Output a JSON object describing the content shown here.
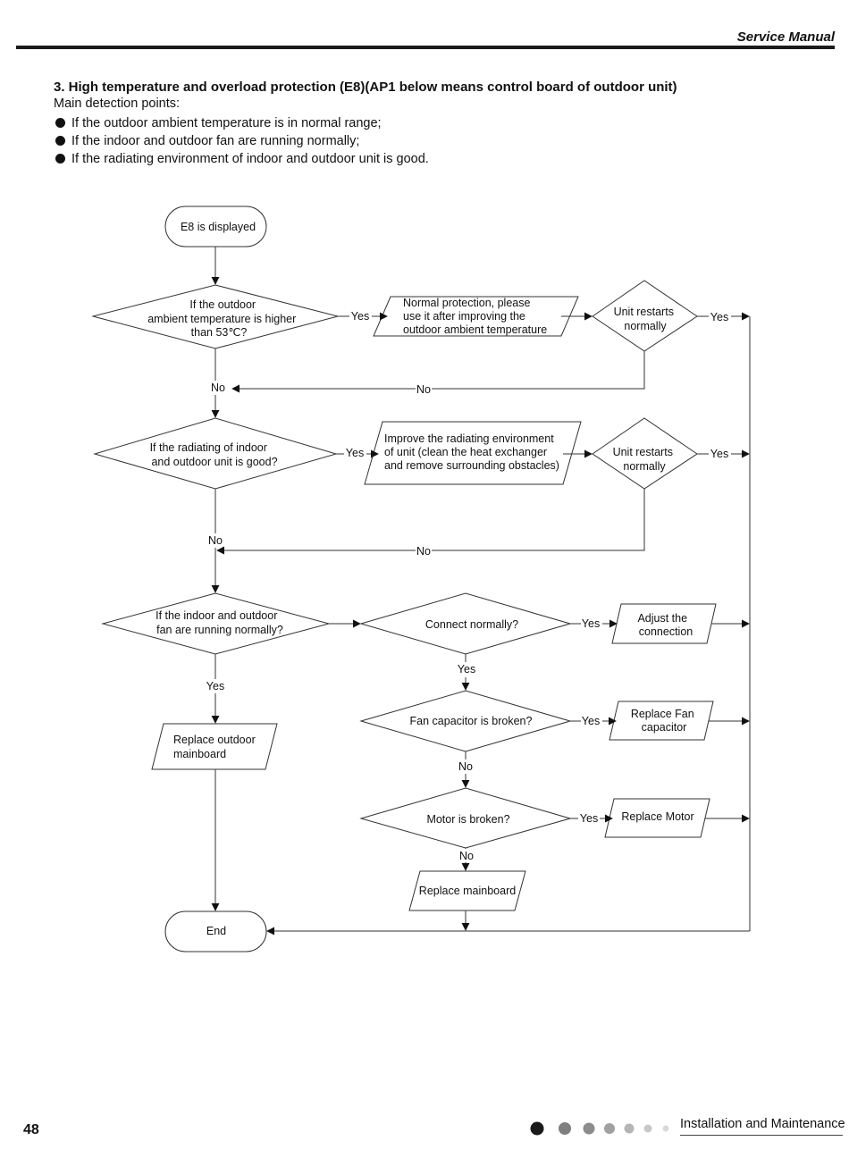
{
  "header": {
    "title": "Service Manual"
  },
  "section": {
    "title": "3. High temperature and overload protection (E8)(AP1 below means control board of outdoor unit)",
    "intro": "Main detection points:",
    "bullets": [
      "If the outdoor ambient temperature is in normal range;",
      "If the indoor and outdoor fan are running normally;",
      "If the radiating environment of indoor and outdoor unit is good."
    ]
  },
  "flowchart": {
    "start": "E8 is displayed",
    "q_temp": [
      "If the outdoor",
      "ambient temperature is higher",
      "than 53℃?"
    ],
    "box_normal_protection": [
      "Normal protection, please",
      "use it after improving the",
      "outdoor ambient temperature"
    ],
    "q_restart_1": [
      "Unit restarts",
      "normally"
    ],
    "q_radiating": [
      "If the radiating of indoor",
      "and outdoor unit is good?"
    ],
    "box_improve": [
      "Improve the radiating environment",
      "of unit (clean the heat exchanger",
      "and remove surrounding obstacles)"
    ],
    "q_restart_2": [
      "Unit restarts",
      "normally"
    ],
    "q_fan": [
      "If the indoor and outdoor",
      "fan are running normally?"
    ],
    "q_connect": "Connect normally?",
    "box_adjust": [
      "Adjust the",
      "connection"
    ],
    "q_capacitor": "Fan capacitor is broken?",
    "box_replace_capacitor": [
      "Replace Fan",
      "capacitor"
    ],
    "q_motor": "Motor is broken?",
    "box_replace_motor": "Replace Motor",
    "box_replace_outdoor": [
      "Replace outdoor",
      "mainboard"
    ],
    "box_replace_mainboard": "Replace mainboard",
    "end": "End",
    "yes": "Yes",
    "no": "No"
  },
  "footer": {
    "page_number": "48",
    "label": "Installation and Maintenance"
  }
}
